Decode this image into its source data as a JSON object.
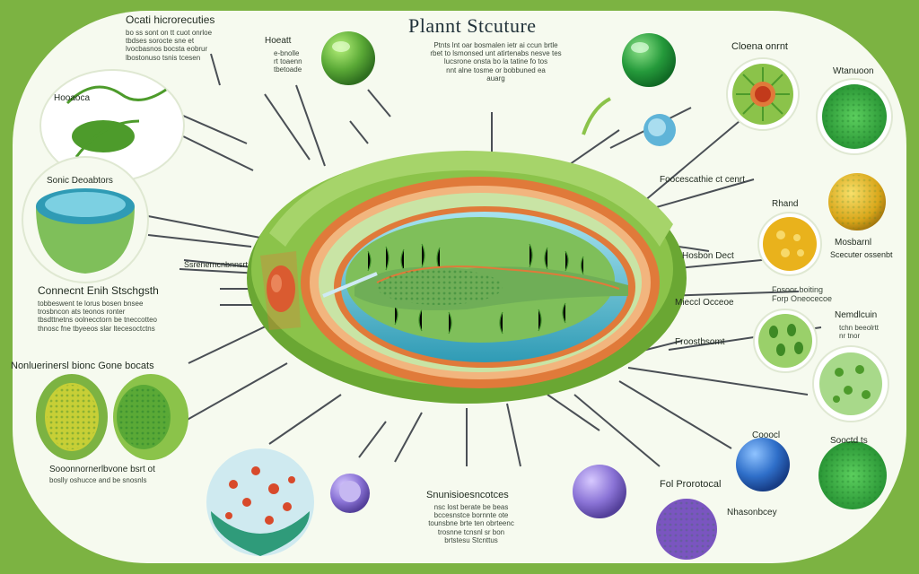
{
  "title": "Plannt Stcuture",
  "intro_text": "Ptnts lnt oar bosmalen ietr ai ccun brtle\nrbet to lsmonsed unt atirtenabs nesve tes\nlucsrone onsta bo la tatine fo tos\nnnt alne tosme or bobbuned ea\nauarg",
  "labels": [
    {
      "id": "top-left-heading",
      "text": "Ocati hicrorecuties"
    },
    {
      "id": "top-left-text",
      "text": "bo ss sont on tt cuot onrloe\ntbdses sorocte sne et\nlvocbasnos bocsta eobrur\nlbostonuso tsnis tcesen"
    },
    {
      "id": "hoeat-label",
      "text": "Hoeatt"
    },
    {
      "id": "hoeat-text",
      "text": "e-bnolle\nrt toaenn\ntbetoade"
    },
    {
      "id": "hooaoca-label",
      "text": "Hooaoca"
    },
    {
      "id": "sonic-label",
      "text": "Sonic Deoabtors"
    },
    {
      "id": "connect-heading",
      "text": "Connecnt Enih Stschgsth"
    },
    {
      "id": "connect-text",
      "text": "tobbeswent te lorus bosen bnsee\ntrosbncon ats teonos ronter\ntbsdttnetns oolnecctorn be tneccotteo\nthnosc fne tbyeeos slar ltecesoctctns"
    },
    {
      "id": "nutrient-heading",
      "text": "Nonluerinersl bionc Gone bocats"
    },
    {
      "id": "seed-heading",
      "text": "Sooonnornerlbvone bsrt ot"
    },
    {
      "id": "seed-text",
      "text": "boslly oshucce and be snosnls"
    },
    {
      "id": "bottom-center-heading",
      "text": "Snunisioesncotces"
    },
    {
      "id": "bottom-center-text",
      "text": "nsc lost berate be beas\nbccesnstce bornnte ote\ntounsbne brte ten obrteenc\ntrosnne tcnsnl sr bon\nbrtstesu Stcnttus"
    },
    {
      "id": "cloena-label",
      "text": "Cloena onrnt"
    },
    {
      "id": "wtanuoon-label",
      "text": "Wtanuoon"
    },
    {
      "id": "focescathie-label",
      "text": "Foocescathie ct cenrt"
    },
    {
      "id": "rhand-label",
      "text": "Rhand"
    },
    {
      "id": "hosbon-label",
      "text": "Hosbon Dect"
    },
    {
      "id": "mosbarnl-label",
      "text": "Mosbarnl"
    },
    {
      "id": "sceuter-label",
      "text": "Scecuter ossenbt"
    },
    {
      "id": "fosor-label",
      "text": "Fosoor boiting\nForp Oneocecoe"
    },
    {
      "id": "mieccl-label",
      "text": "Mieccl Occeoe"
    },
    {
      "id": "nemdlcuin-label",
      "text": "Nemdlcuin"
    },
    {
      "id": "nemdlcuin-text",
      "text": "tchn beeolrtt\nnr tnor"
    },
    {
      "id": "froostbsomt-label",
      "text": "Froostbsomt"
    },
    {
      "id": "cooocl-label",
      "text": "Cooocl"
    },
    {
      "id": "sooctd-label",
      "text": "Sooctd ts"
    },
    {
      "id": "fol-label",
      "text": "Fol Prorotocal"
    },
    {
      "id": "nhasonbcey-label",
      "text": "Nhasonbcey"
    },
    {
      "id": "center-left-label",
      "text": "Ssrenerncnbnnsrt"
    }
  ],
  "colors": {
    "frame": "#7cb342",
    "panel": "#f6faef",
    "cell_wall": "#8bc34a",
    "membrane": "#e07a3a",
    "vacuole": "#4fb0c6",
    "cytoplasm": "#7fbf5a",
    "nucleus": "#d84a2b",
    "yellow_orb": "#e3b81f",
    "blue_orb": "#2f6fc9",
    "purple_orb": "#7c63c2",
    "green_orb": "#2e9d3a"
  }
}
